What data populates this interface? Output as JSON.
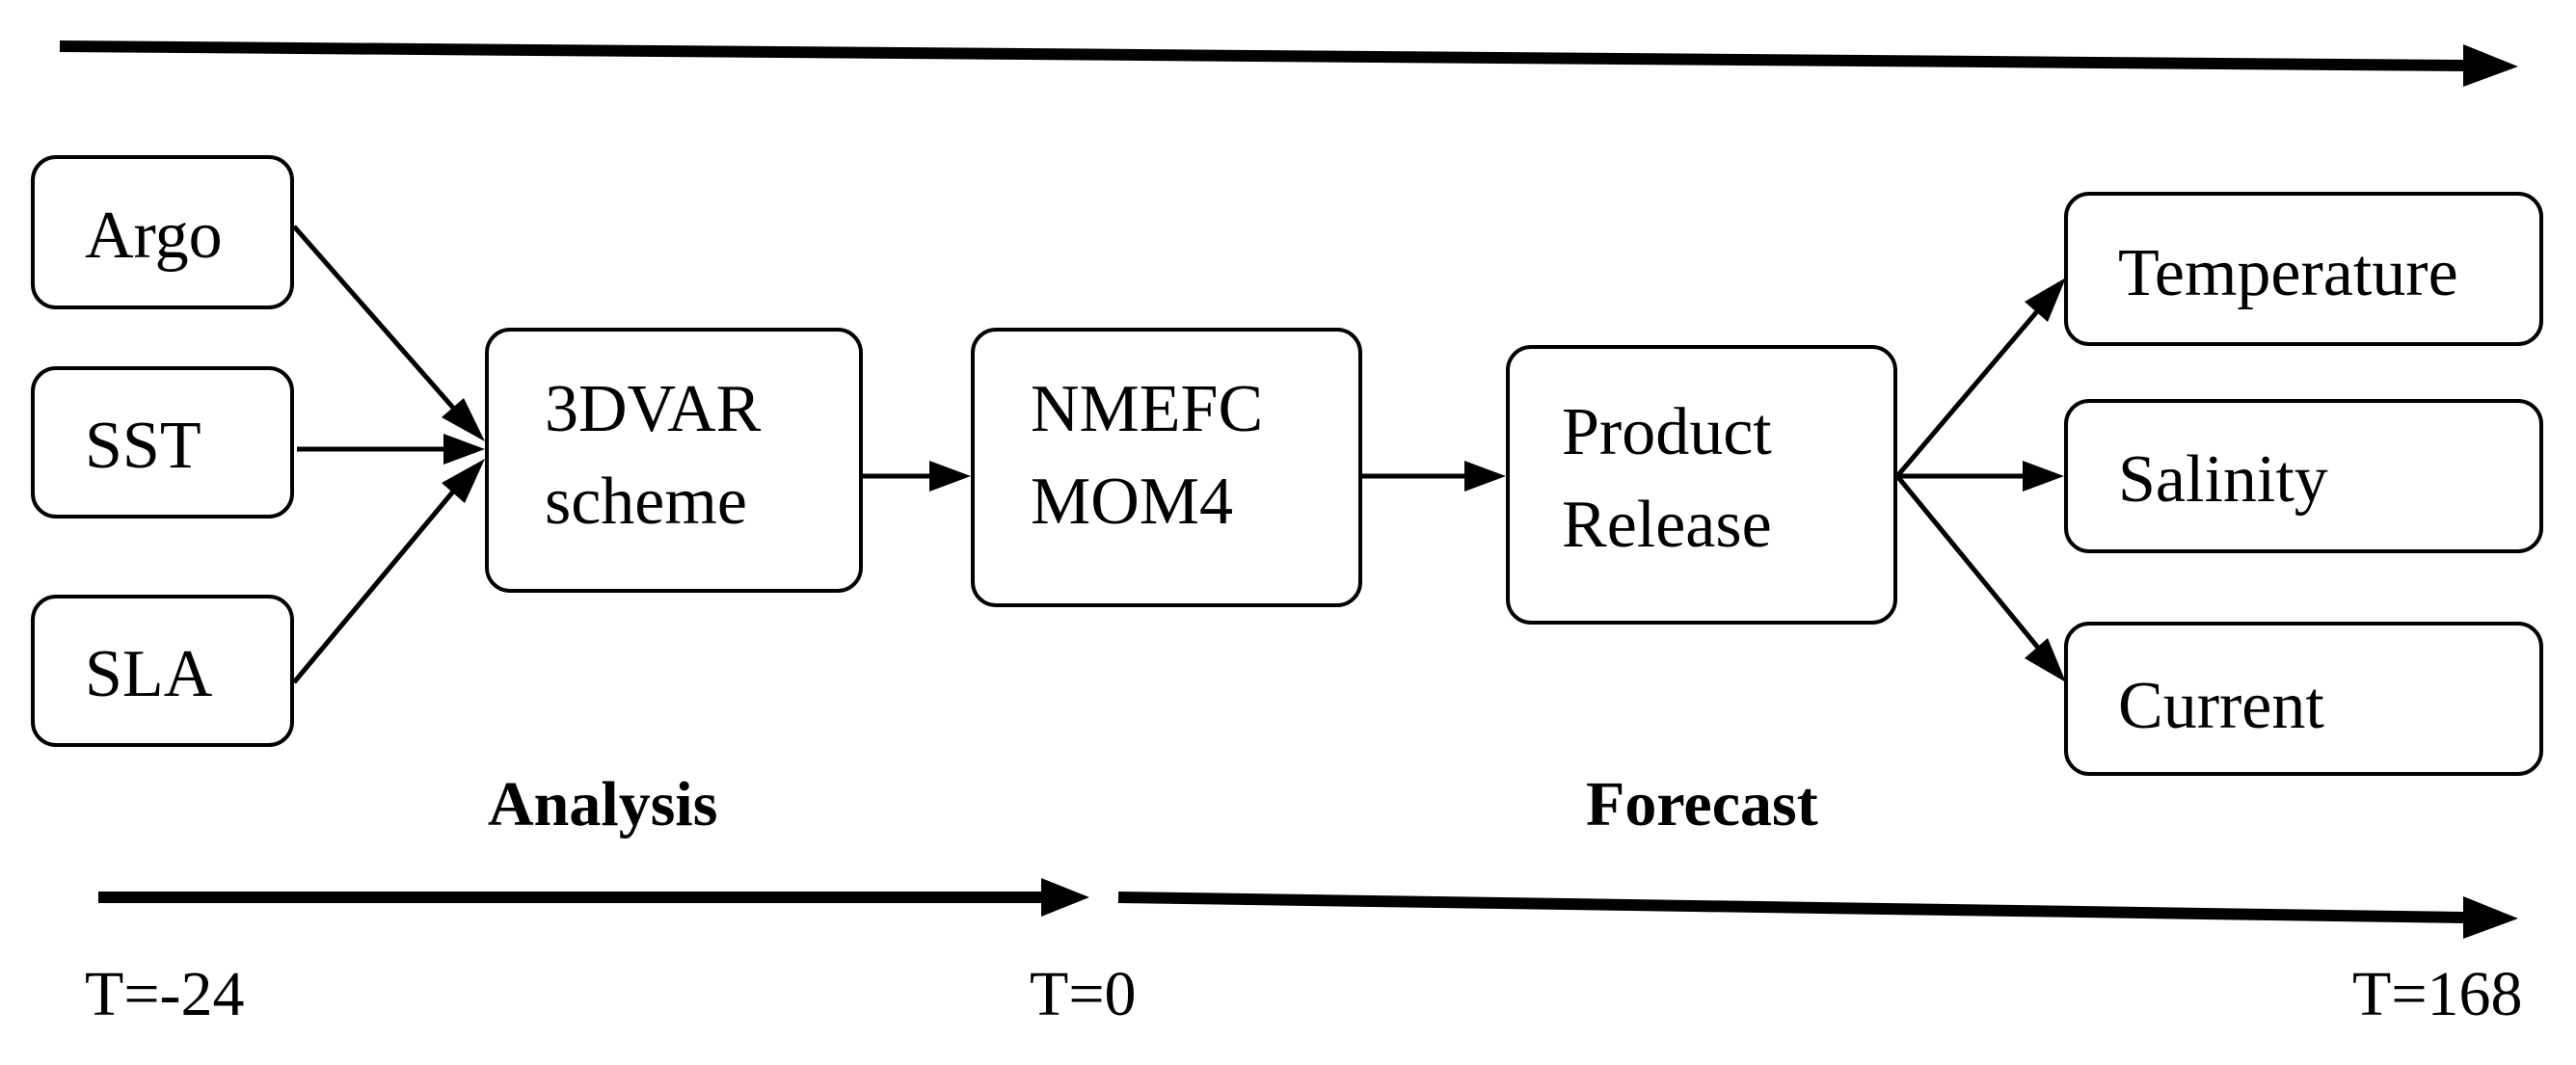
{
  "inputs": {
    "argo": "Argo",
    "sst": "SST",
    "sla": "SLA"
  },
  "assimilation": {
    "line1": "3DVAR",
    "line2": "scheme"
  },
  "model": {
    "line1": "NMEFC",
    "line2": "MOM4"
  },
  "release": {
    "line1": "Product",
    "line2": "Release"
  },
  "outputs": {
    "temperature": "Temperature",
    "salinity": "Salinity",
    "current": "Current"
  },
  "phases": {
    "analysis": "Analysis",
    "forecast": "Forecast"
  },
  "timeline": {
    "start": "T=-24",
    "mid": "T=0",
    "end": "T=168"
  },
  "colors": {
    "stroke": "#000000",
    "background": "#ffffff"
  }
}
